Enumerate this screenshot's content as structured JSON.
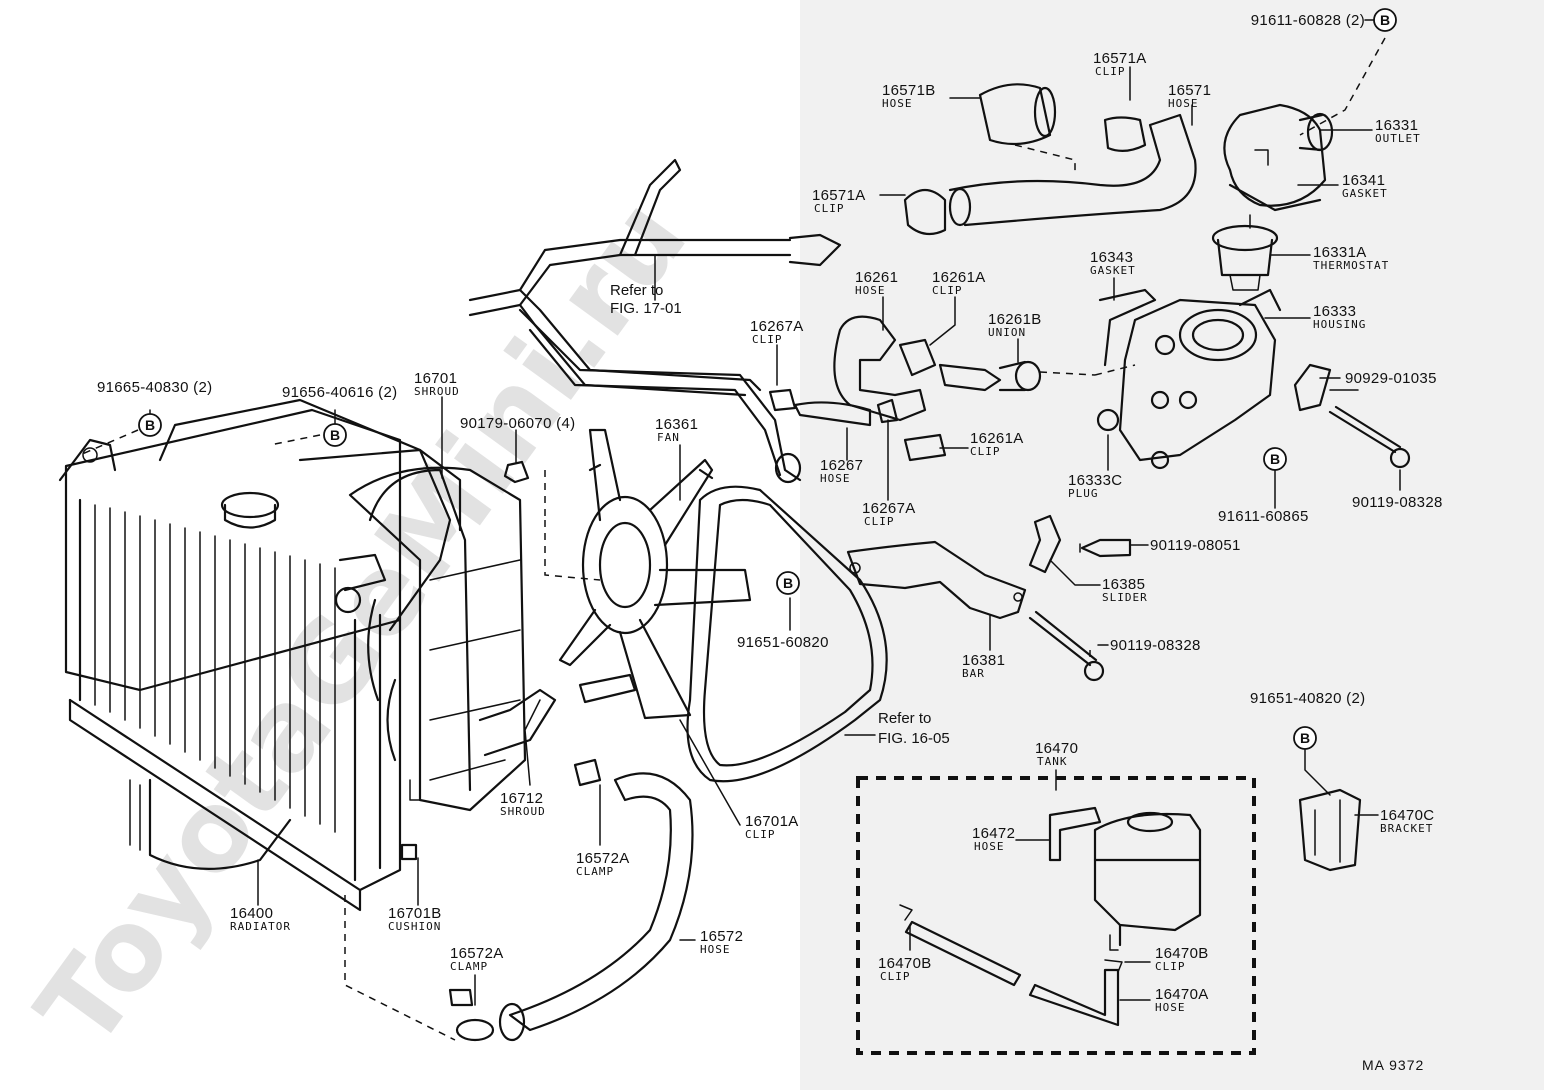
{
  "diagram": {
    "watermark": "ToyotaGeMini.ru",
    "drawing_code": "MA 9372",
    "references": [
      {
        "line1": "Refer to",
        "line2": "FIG. 17-01"
      },
      {
        "line1": "Refer to",
        "line2": "FIG. 16-05"
      }
    ],
    "bolt_marker": "B",
    "parts": [
      {
        "number": "91611-60828 (2)"
      },
      {
        "number": "16571A",
        "name": "CLIP"
      },
      {
        "number": "16571B",
        "name": "HOSE"
      },
      {
        "number": "16571",
        "name": "HOSE"
      },
      {
        "number": "16331",
        "name": "OUTLET"
      },
      {
        "number": "16341",
        "name": "GASKET"
      },
      {
        "number": "16571A",
        "name": "CLIP"
      },
      {
        "number": "16331A",
        "name": "THERMOSTAT"
      },
      {
        "number": "16343",
        "name": "GASKET"
      },
      {
        "number": "16261",
        "name": "HOSE"
      },
      {
        "number": "16261A",
        "name": "CLIP"
      },
      {
        "number": "16261B",
        "name": "UNION"
      },
      {
        "number": "16333",
        "name": "HOUSING"
      },
      {
        "number": "16267A",
        "name": "CLIP"
      },
      {
        "number": "90929-01035"
      },
      {
        "number": "16261A",
        "name": "CLIP"
      },
      {
        "number": "16267",
        "name": "HOSE"
      },
      {
        "number": "16333C",
        "name": "PLUG"
      },
      {
        "number": "90119-08328"
      },
      {
        "number": "16267A",
        "name": "CLIP"
      },
      {
        "number": "91611-60865"
      },
      {
        "number": "90119-08051"
      },
      {
        "number": "16385",
        "name": "SLIDER"
      },
      {
        "number": "91651-60820"
      },
      {
        "number": "90119-08328"
      },
      {
        "number": "16381",
        "name": "BAR"
      },
      {
        "number": "91651-40820 (2)"
      },
      {
        "number": "16470",
        "name": "TANK"
      },
      {
        "number": "16470C",
        "name": "BRACKET"
      },
      {
        "number": "16472",
        "name": "HOSE"
      },
      {
        "number": "16470B",
        "name": "CLIP"
      },
      {
        "number": "16470B",
        "name": "CLIP"
      },
      {
        "number": "16470A",
        "name": "HOSE"
      },
      {
        "number": "91665-40830 (2)"
      },
      {
        "number": "91656-40616 (2)"
      },
      {
        "number": "16701",
        "name": "SHROUD"
      },
      {
        "number": "90179-06070 (4)"
      },
      {
        "number": "16361",
        "name": "FAN"
      },
      {
        "number": "16712",
        "name": "SHROUD"
      },
      {
        "number": "16701A",
        "name": "CLIP"
      },
      {
        "number": "16572A",
        "name": "CLAMP"
      },
      {
        "number": "16400",
        "name": "RADIATOR"
      },
      {
        "number": "16701B",
        "name": "CUSHION"
      },
      {
        "number": "16572",
        "name": "HOSE"
      },
      {
        "number": "16572A",
        "name": "CLAMP"
      }
    ]
  }
}
